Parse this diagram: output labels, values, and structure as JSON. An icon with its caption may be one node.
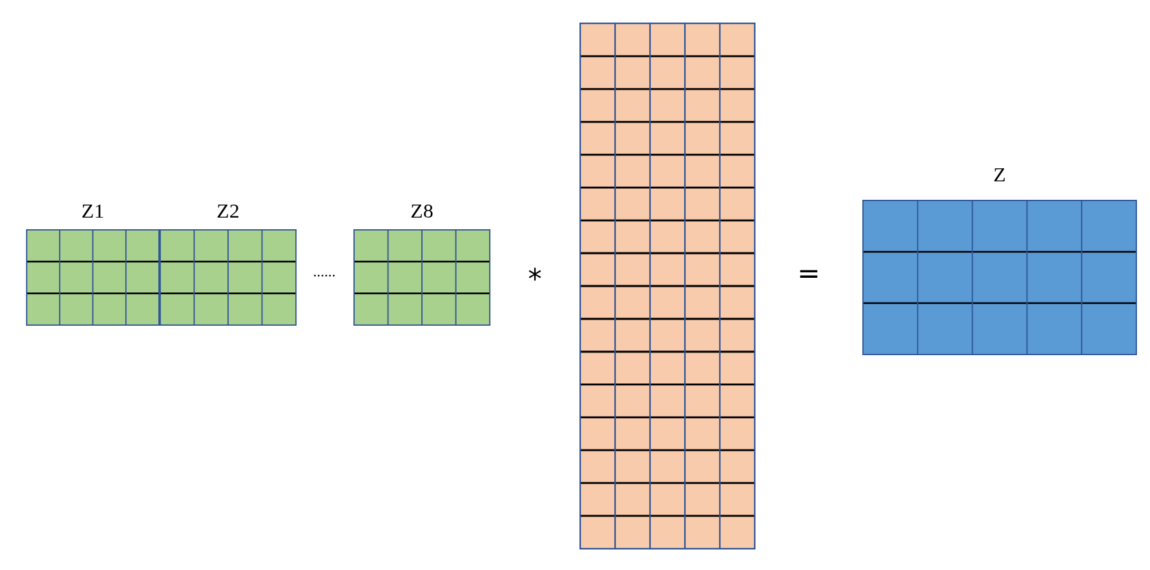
{
  "diagram": {
    "nodes": [
      {
        "text": [
          "Z1"
        ]
      },
      {
        "text": [
          "Z2"
        ]
      },
      {
        "text": [
          "Z8"
        ]
      },
      {
        "text": [],
        "shape": "grid"
      },
      {
        "text": [
          "Z"
        ]
      }
    ],
    "labels": [
      "......",
      "*",
      "="
    ]
  }
}
